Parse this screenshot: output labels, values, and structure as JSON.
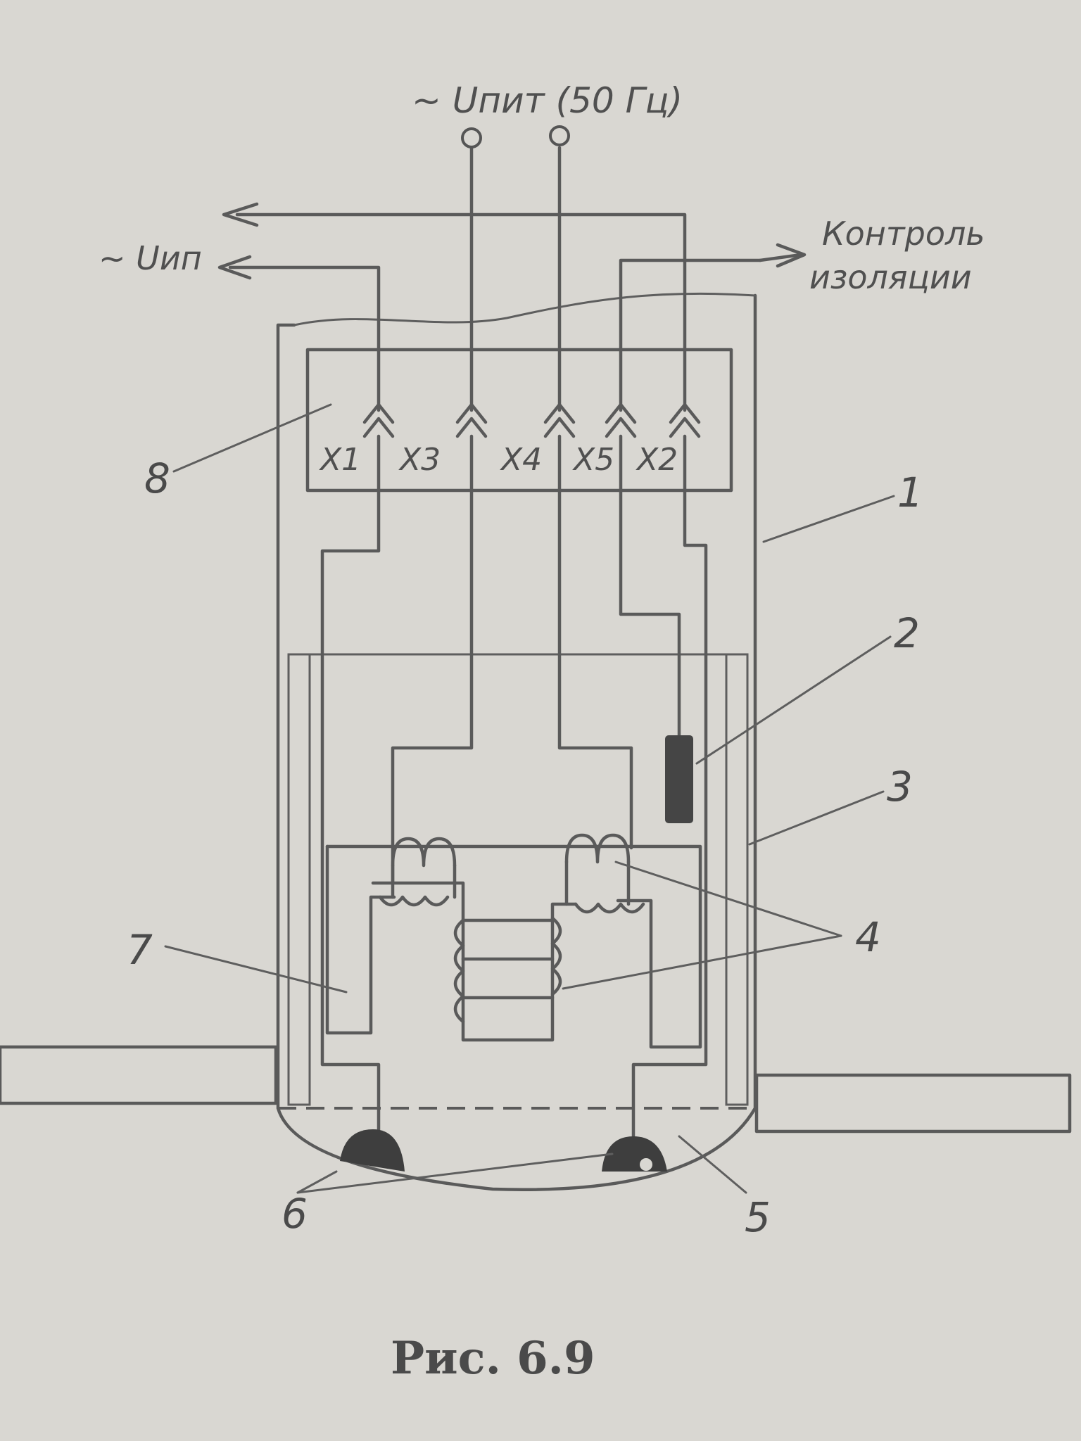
{
  "diagram": {
    "supply_label": "~ Uпит (50 Гц)",
    "measure_label": "~ Uип",
    "control_label_line1": "Контроль",
    "control_label_line2": "изоляции",
    "connectors": [
      "X1",
      "X3",
      "X4",
      "X5",
      "X2"
    ],
    "callouts": [
      "1",
      "2",
      "3",
      "4",
      "5",
      "6",
      "7",
      "8"
    ],
    "caption": "Рис. 6.9"
  }
}
